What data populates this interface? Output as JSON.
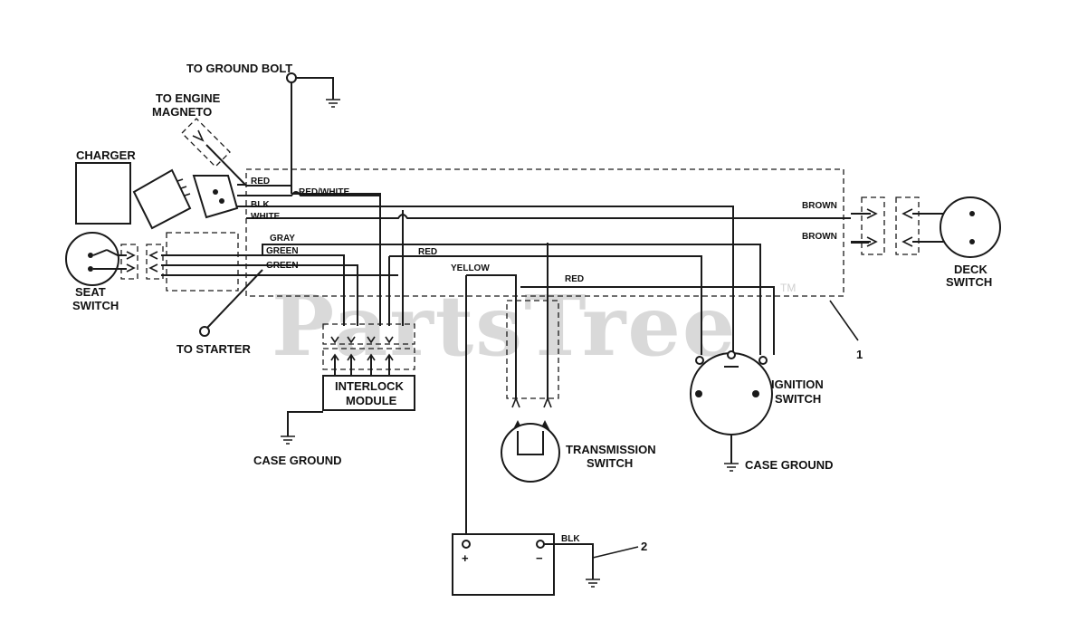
{
  "watermark": {
    "text": "PartsTree",
    "mark": "TM"
  },
  "labels": {
    "to_ground_bolt": "TO GROUND BOLT",
    "to_engine": "TO ENGINE",
    "magneto": "MAGNETO",
    "charger": "CHARGER",
    "seat": "SEAT",
    "switch": "SWITCH",
    "to_starter": "TO STARTER",
    "interlock": "INTERLOCK",
    "module": "MODULE",
    "case_ground_left": "CASE GROUND",
    "transmission": "TRANSMISSION",
    "transmission_switch": "SWITCH",
    "ignition": "IGNITION",
    "ignition_switch": "SWITCH",
    "case_ground_right": "CASE GROUND",
    "deck": "DECK",
    "deck_switch": "SWITCH",
    "callout_1": "1",
    "callout_2": "2"
  },
  "wires": {
    "red": "RED",
    "red_white": "RED/WHITE",
    "blk": "BLK",
    "white": "WHITE",
    "gray": "GRAY",
    "green_1": "GREEN",
    "green_2": "GREEN",
    "red_mid": "RED",
    "yellow": "YELLOW",
    "red_lower": "RED",
    "brown_1": "BROWN",
    "brown_2": "BROWN",
    "blk_battery": "BLK"
  },
  "battery": {
    "plus": "+",
    "minus": "−"
  }
}
